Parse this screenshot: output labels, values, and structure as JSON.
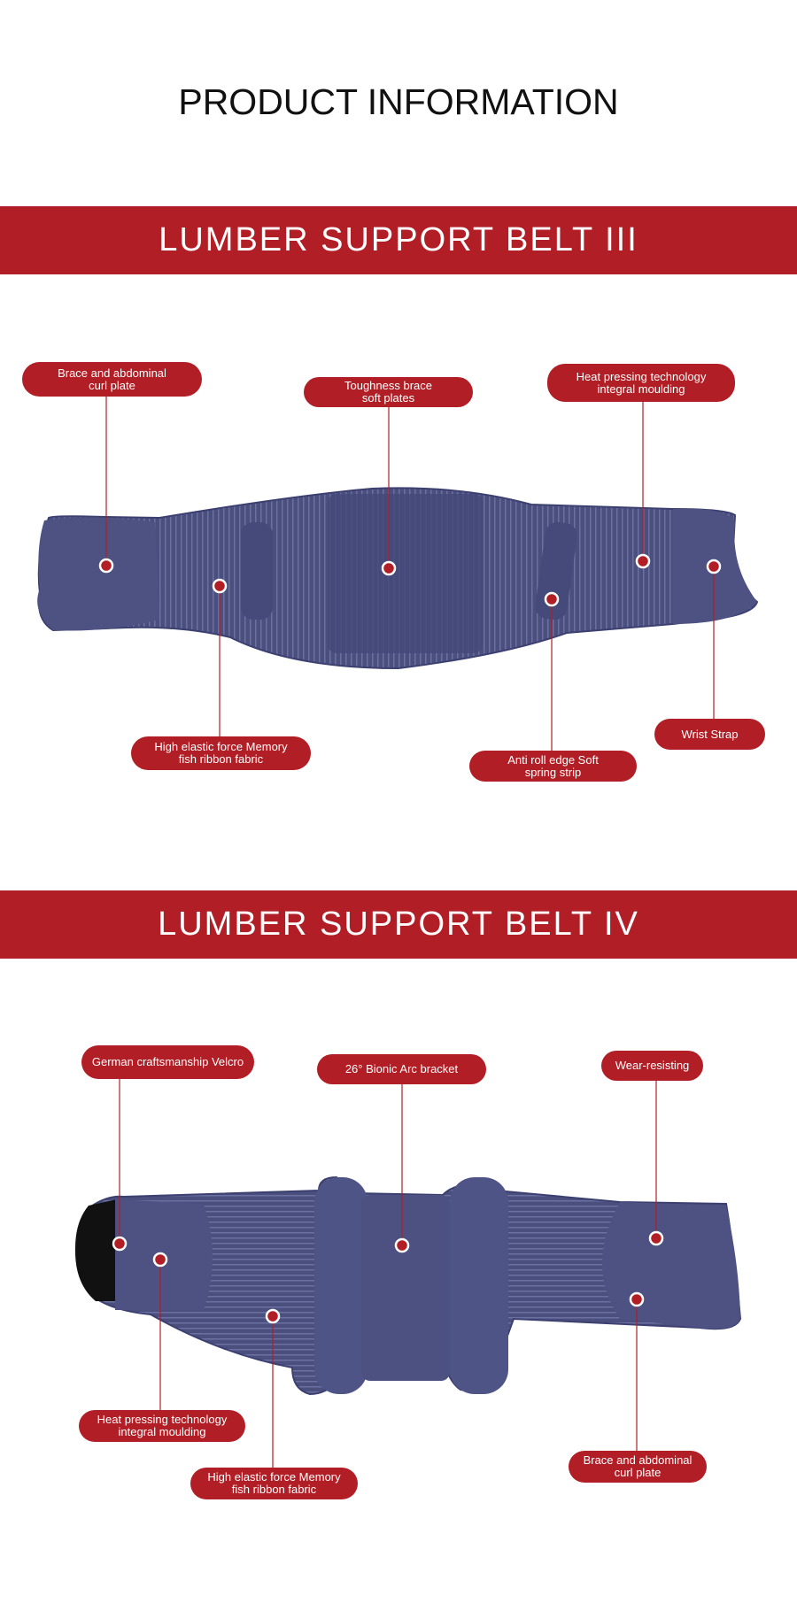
{
  "page_title": "PRODUCT INFORMATION",
  "section1": {
    "title": "LUMBER SUPPORT BELT III",
    "labels": [
      "Brace and abdominal\ncurl plate",
      "Toughness brace\nsoft plates",
      "Heat pressing technology\nintegral moulding",
      "High elastic force Memory\nfish ribbon fabric",
      "Anti roll edge Soft\nspring strip",
      "Wrist Strap"
    ]
  },
  "section2": {
    "title": "LUMBER SUPPORT BELT IV",
    "labels": [
      "German craftsmanship Velcro",
      "26° Bionic Arc bracket",
      "Wear-resisting",
      "Heat pressing technology\nintegral moulding",
      "High elastic force Memory\nfish ribbon fabric",
      "Brace and abdominal\ncurl plate"
    ]
  },
  "colors": {
    "accent": "#b21e25",
    "belt": "#4a4f7e"
  }
}
